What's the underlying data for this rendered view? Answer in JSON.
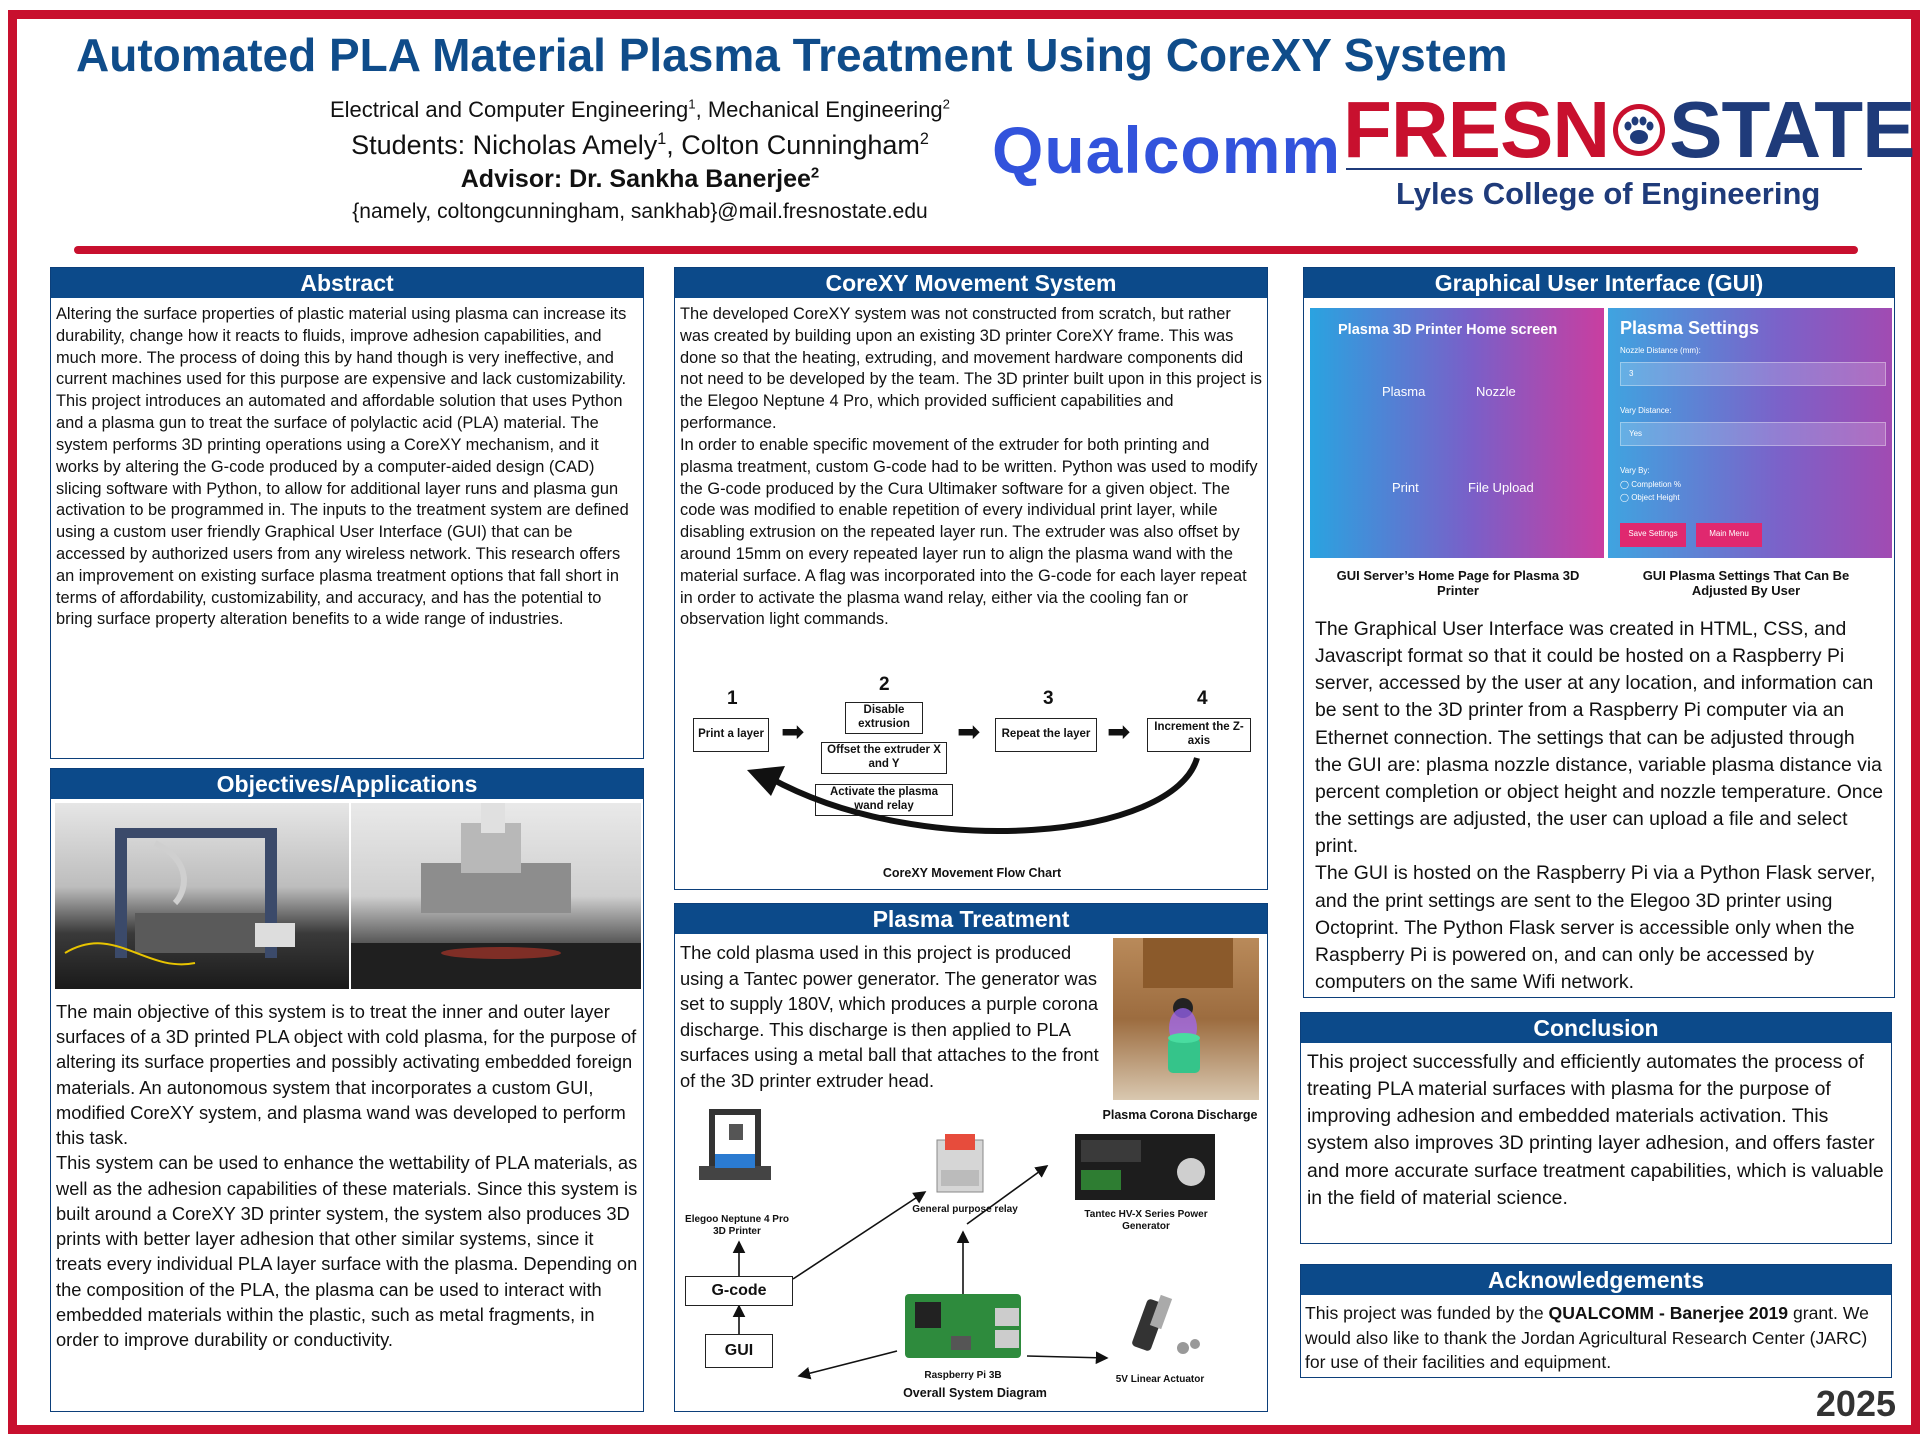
{
  "header": {
    "title": "Automated PLA Material Plasma Treatment Using CoreXY System",
    "dept_a": "Electrical and Computer Engineering",
    "dept_b": ", Mechanical Engineering",
    "students_prefix": "Students: Nicholas Amely",
    "students_mid": ", Colton Cunningham",
    "advisor": "Advisor: Dr. Sankha Banerjee",
    "email": "{namely, coltongcunningham, sankhab}@mail.fresnostate.edu",
    "sup1": "1",
    "sup2": "2",
    "qualcomm": "Qualcomm",
    "fresno_a": "FRESN",
    "fresno_b": "STATE",
    "college": "Lyles College of Engineering"
  },
  "abstract": {
    "heading": "Abstract",
    "body": "Altering the surface properties of plastic material using plasma can increase its durability, change how it reacts to fluids, improve adhesion capabilities, and much more. The process of doing this by hand though is very ineffective, and current machines used for this purpose are expensive and lack customizability. This project introduces an automated and affordable solution that uses Python and a plasma gun to treat the surface of polylactic acid (PLA) material. The system performs 3D printing operations using a CoreXY mechanism, and it works by altering the G-code produced by a computer-aided design (CAD) slicing software with Python, to allow for additional layer runs and plasma gun activation to be programmed in. The inputs to the treatment system are defined using a custom user friendly Graphical User Interface (GUI) that can be accessed by authorized users from any wireless network. This research offers an improvement on existing surface plasma treatment options that fall short in terms of affordability, customizability, and accuracy, and has the potential to bring surface property alteration benefits to a wide range of industries."
  },
  "objectives": {
    "heading": "Objectives/Applications",
    "p1": "The main objective of this system is to treat the inner and outer layer surfaces of a 3D printed PLA object with cold plasma, for the purpose of altering its surface properties and possibly activating embedded foreign materials. An autonomous system that incorporates a custom GUI, modified CoreXY system, and plasma wand was developed to perform this task.",
    "p2": "This system can be used to enhance the wettability of PLA materials, as well as the adhesion capabilities of these materials. Since this system is built around a CoreXY 3D printer system, the system also produces 3D prints with better layer adhesion that other similar systems, since it treats every individual PLA layer surface with the plasma. Depending on the composition of the PLA, the plasma can be used to interact with embedded materials within the plastic, such as metal fragments, in order to improve durability or conductivity."
  },
  "corexy": {
    "heading": "CoreXY Movement System",
    "p1": "The developed CoreXY system was not constructed from scratch, but rather was created by building upon an existing 3D printer CoreXY frame. This was done so that the heating, extruding, and movement hardware components did not need to be developed by the team. The 3D printer built upon in this project is the Elegoo Neptune 4 Pro, which provided sufficient capabilities and performance.",
    "p2": "In order to enable specific movement of the extruder for both printing and plasma treatment, custom G-code had to be written. Python was used to modify the G-code produced by the Cura Ultimaker software for a given object. The code was modified to enable repetition of every individual print layer, while disabling extrusion on the repeated layer run. The extruder was also offset by around 15mm on every repeated layer run to align the plasma wand with the material surface. A flag was incorporated into the G-code for each layer repeat in order to activate the plasma wand relay, either via the cooling fan or observation light commands.",
    "flow": {
      "n1": "1",
      "n2": "2",
      "n3": "3",
      "n4": "4",
      "b1": "Print a layer",
      "b2a": "Disable extrusion",
      "b2b": "Offset the extruder X and Y",
      "b2c": "Activate the plasma wand relay",
      "b3": "Repeat the layer",
      "b4": "Increment the Z-axis",
      "caption": "CoreXY Movement Flow Chart"
    }
  },
  "plasma": {
    "heading": "Plasma Treatment",
    "body": "The cold plasma used in this project is produced using a Tantec power generator. The generator was set to supply 180V, which produces a purple corona discharge. This discharge is then applied to PLA surfaces using a metal ball that attaches to the front of the 3D printer extruder head.",
    "photo_caption": "Plasma Corona Discharge",
    "sys": {
      "printer": "Elegoo Neptune 4 Pro 3D Printer",
      "relay": "General purpose relay",
      "tantec": "Tantec HV-X Series Power Generator",
      "gcode": "G-code",
      "gui": "GUI",
      "pi": "Raspberry Pi 3B",
      "actuator": "5V Linear Actuator",
      "caption": "Overall System Diagram"
    }
  },
  "gui": {
    "heading": "Graphical User Interface (GUI)",
    "home_title": "Plasma 3D Printer Home screen",
    "btn_plasma": "Plasma",
    "btn_nozzle": "Nozzle",
    "btn_print": "Print",
    "btn_upload": "File Upload",
    "settings_title": "Plasma Settings",
    "lbl_nozzle": "Nozzle Distance (mm):",
    "val_nozzle": "3",
    "lbl_vary": "Vary Distance:",
    "val_vary": "Yes",
    "lbl_varyby": "Vary By:",
    "opt_completion": "Completion %",
    "opt_height": "Object Height",
    "btn_save": "Save Settings",
    "btn_menu": "Main Menu",
    "cap1": "GUI Server’s Home Page for Plasma 3D Printer",
    "cap2": "GUI Plasma Settings That Can Be Adjusted By User",
    "p1": "The Graphical User Interface was created in HTML, CSS, and Javascript format so that it could be hosted on a Raspberry Pi server, accessed by the user at any location, and information can be sent to the 3D printer from a Raspberry Pi computer via an Ethernet connection. The settings that can be adjusted through the GUI are: plasma nozzle distance, variable plasma distance via percent completion or object height and nozzle temperature. Once the settings are adjusted, the user can upload a file and select print.",
    "p2": "The GUI is hosted on the Raspberry Pi via a Python Flask server, and the print settings are sent to the Elegoo 3D printer using Octoprint. The Python Flask server is accessible only when the Raspberry Pi is powered on, and can only be accessed by computers on the same Wifi network."
  },
  "conclusion": {
    "heading": "Conclusion",
    "body": "This project successfully and efficiently automates the process of treating PLA material surfaces with plasma for the purpose of improving adhesion and embedded materials activation. This system also improves 3D printing layer adhesion, and offers faster and more accurate surface treatment capabilities, which is valuable in the field of material science."
  },
  "ack": {
    "heading": "Acknowledgements",
    "pre": "This project was funded by the ",
    "grant": "QUALCOMM - Banerjee 2019",
    "post": " grant. We would also like to thank the Jordan Agricultural Research Center (JARC) for use of their facilities and equipment."
  },
  "year": "2025",
  "colors": {
    "red": "#c8102e",
    "navy": "#0c4a8a",
    "title_blue": "#0f4c8a",
    "qualcomm_blue": "#3253dc"
  }
}
